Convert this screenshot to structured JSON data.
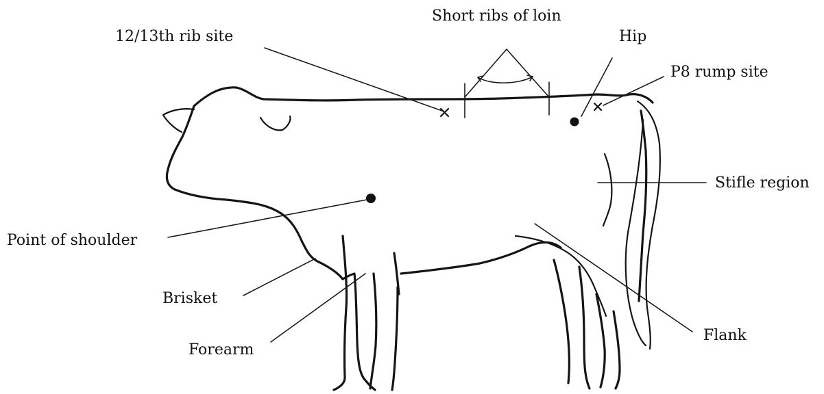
{
  "labels": {
    "short_ribs": "Short ribs of loin",
    "rib_site": "12/13th rib site",
    "hip": "Hip",
    "p8_rump": "P8 rump site",
    "stifle": "Stifle region",
    "point_of_shoulder": "Point of shoulder",
    "brisket": "Brisket",
    "forearm": "Forearm",
    "flank": "Flank"
  },
  "colors": {
    "ink": "#151515",
    "background": "#ffffff"
  }
}
